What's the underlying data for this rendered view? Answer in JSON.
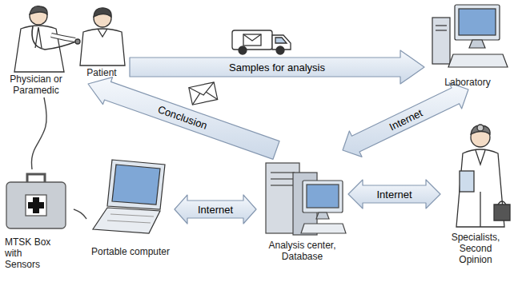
{
  "diagram": {
    "nodes": [
      {
        "text": [
          "Physician or Paramedic"
        ]
      },
      {
        "text": [
          "Patient"
        ]
      },
      {
        "text": [
          "Laboratory"
        ]
      },
      {
        "text": [
          "Specialists, Second Opinion"
        ]
      },
      {
        "text": [
          "MTSK Box with Sensors"
        ]
      },
      {
        "text": [
          "Portable computer"
        ]
      },
      {
        "text": [
          "Analysis center, Database"
        ]
      }
    ],
    "edges": [
      {
        "from": 1,
        "to": 2,
        "arrow": "to",
        "label": "Samples for analysis"
      },
      {
        "from": 6,
        "to": 1,
        "arrow": "to",
        "label": "Conclusion"
      },
      {
        "from": 5,
        "to": 6,
        "arrow": "both",
        "label": "Internet"
      },
      {
        "from": 6,
        "to": 3,
        "arrow": "both",
        "label": "Internet"
      },
      {
        "from": 6,
        "to": 2,
        "arrow": "both",
        "label": "Internet"
      },
      {
        "from": 0,
        "to": 4,
        "arrow": "none"
      },
      {
        "from": 4,
        "to": 5,
        "arrow": "none"
      }
    ]
  }
}
